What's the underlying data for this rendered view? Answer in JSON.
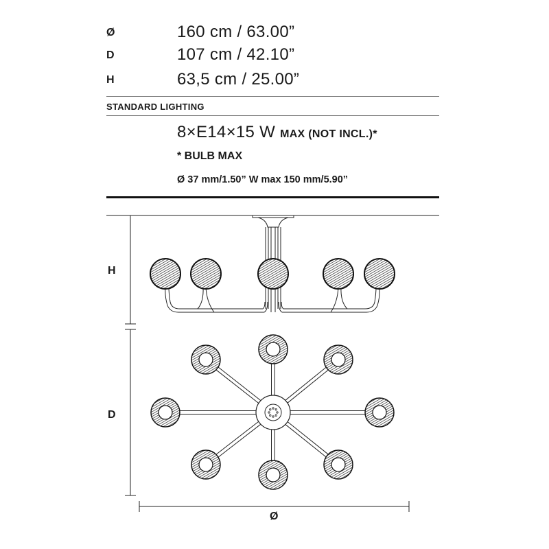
{
  "dimensions": [
    {
      "label": "Ø",
      "value": "160 cm / 63.00”"
    },
    {
      "label": "D",
      "value": "107 cm / 42.10”"
    },
    {
      "label": "H",
      "value": "63,5 cm / 25.00”"
    }
  ],
  "lighting": {
    "section_title": "STANDARD LIGHTING",
    "bulbs": "8×E14×15 W",
    "bulbs_suffix": "MAX (NOT INCL.)*",
    "note_title": "* BULB MAX",
    "note_detail": "Ø 37 mm/1.50”  W max 150 mm/5.90”"
  },
  "drawing": {
    "side_label": "H",
    "top_label": "D",
    "width_label": "Ø"
  }
}
